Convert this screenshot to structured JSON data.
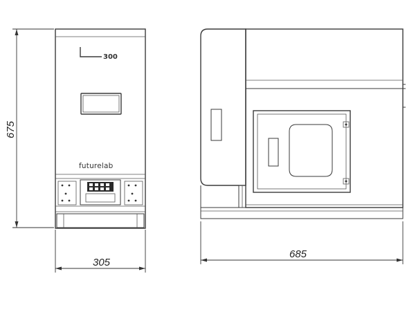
{
  "front_view": {
    "brand": "futurelab",
    "model_suffix": "300",
    "height_dimension": "675",
    "width_dimension": "305"
  },
  "side_view": {
    "depth_dimension": "685"
  }
}
